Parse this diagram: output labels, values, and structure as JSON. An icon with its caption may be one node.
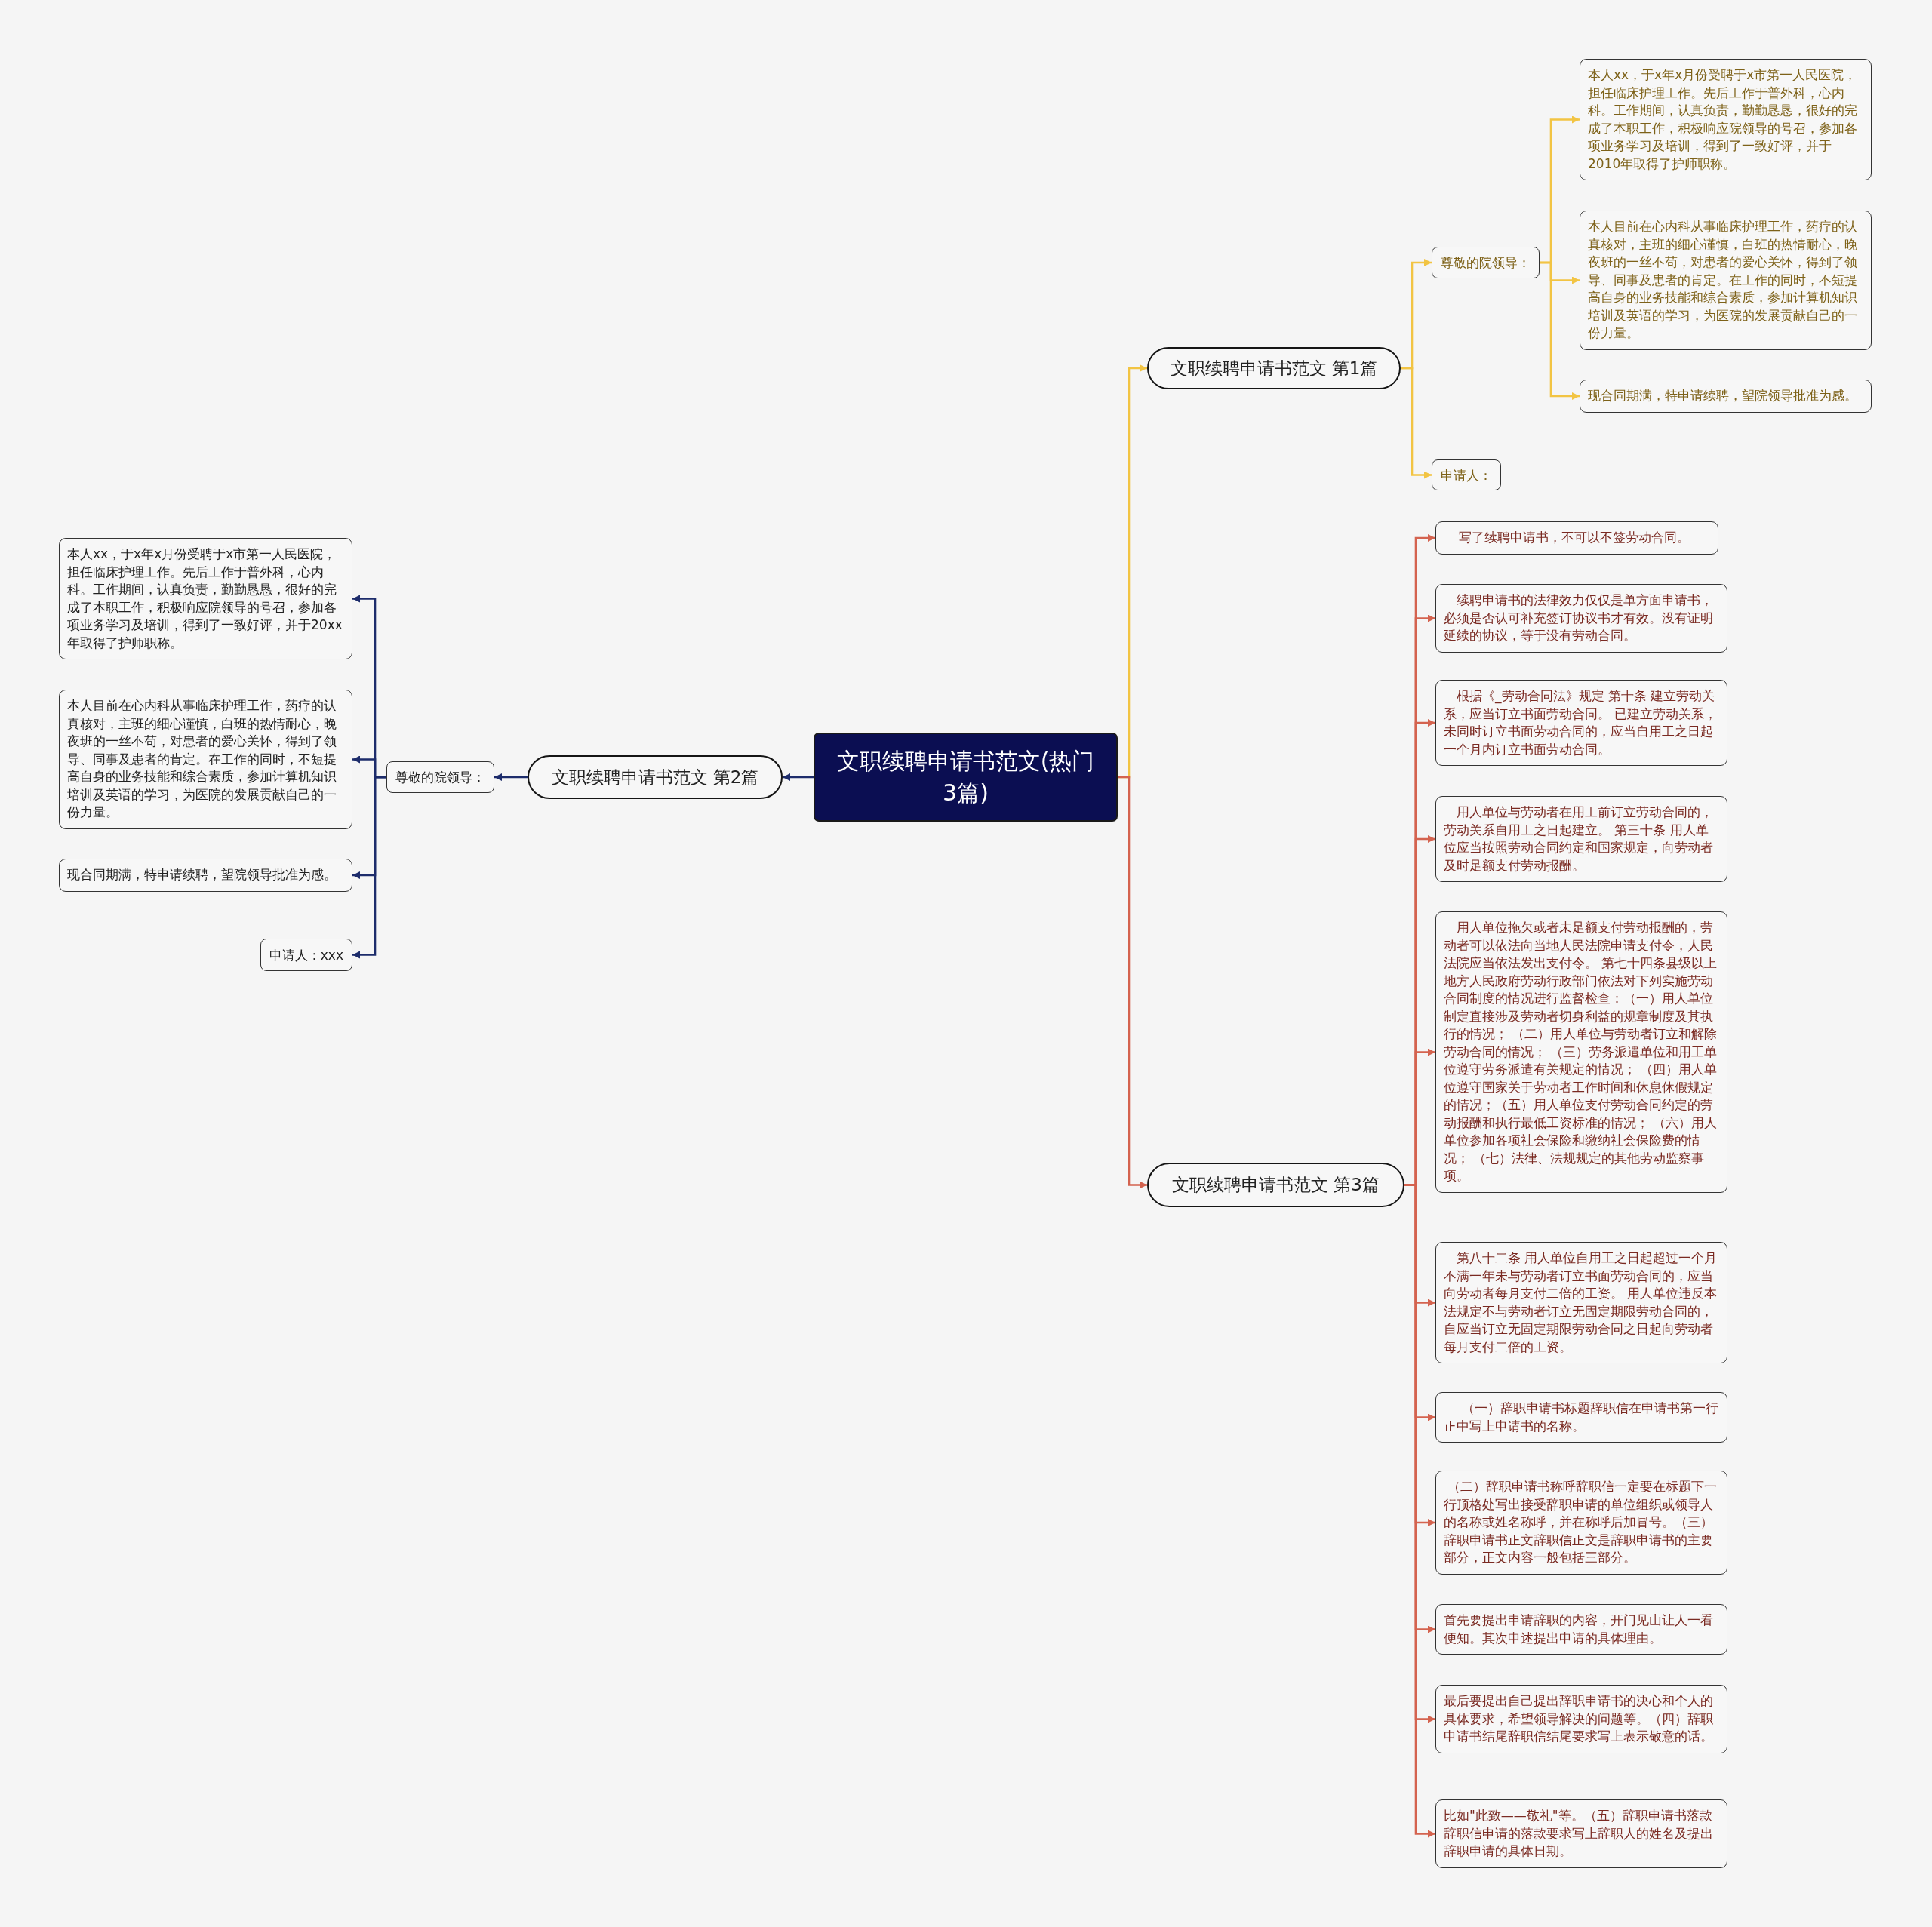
{
  "diagram": {
    "nodes": [
      {
        "text": [
          "文职续聘申请书范文(热门3篇)"
        ]
      },
      {
        "text": [
          "文职续聘申请书范文 第1篇"
        ]
      },
      {
        "text": [
          "尊敬的院领导："
        ]
      },
      {
        "text": [
          "本人xx，于x年x月份受聘于x市第一人民医院，担任临床护理工作。先后工作于普外科，心内科。工作期间，认真负责，勤勤恳恳，很好的完成了本职工作，积极响应院领导的号召，参加各项业务学习及培训，得到了一致好评，并于2010年取得了护师职称。"
        ]
      },
      {
        "text": [
          "本人目前在心内科从事临床护理工作，药疗的认真核对，主班的细心谨慎，白班的热情耐心，晚夜班的一丝不苟，对患者的爱心关怀，得到了领导、同事及患者的肯定。在工作的同时，不短提高自身的业务技能和综合素质，参加计算机知识培训及英语的学习，为医院的发展贡献自己的一份力量。"
        ]
      },
      {
        "text": [
          "现合同期满，特申请续聘，望院领导批准为感。"
        ]
      },
      {
        "text": [
          "申请人："
        ]
      },
      {
        "text": [
          "文职续聘申请书范文 第2篇"
        ]
      },
      {
        "text": [
          "尊敬的院领导："
        ]
      },
      {
        "text": [
          "本人xx，于x年x月份受聘于x市第一人民医院，担任临床护理工作。先后工作于普外科，心内科。工作期间，认真负责，勤勤恳恳，很好的完成了本职工作，积极响应院领导的号召，参加各项业务学习及培训，得到了一致好评，并于20xx年取得了护师职称。"
        ]
      },
      {
        "text": [
          "本人目前在心内科从事临床护理工作，药疗的认真核对，主班的细心谨慎，白班的热情耐心，晚夜班的一丝不苟，对患者的爱心关怀，得到了领导、同事及患者的肯定。在工作的同时，不短提高自身的业务技能和综合素质，参加计算机知识培训及英语的学习，为医院的发展贡献自己的一份力量。"
        ]
      },
      {
        "text": [
          "现合同期满，特申请续聘，望院领导批准为感。"
        ]
      },
      {
        "text": [
          "申请人：xxx"
        ]
      },
      {
        "text": [
          "文职续聘申请书范文 第3篇"
        ]
      },
      {
        "text": [
          "写了续聘申请书，不可以不签劳动合同。"
        ]
      },
      {
        "text": [
          "续聘申请书的法律效力仅仅是单方面申请书，必须是否认可补充签订协议书才有效。没有证明延续的协议，等于没有劳动合同。"
        ]
      },
      {
        "text": [
          "根据《_劳动合同法》规定 第十条 建立劳动关系，应当订立书面劳动合同。 已建立劳动关系，未同时订立书面劳动合同的，应当自用工之日起一个月内订立书面劳动合同。"
        ]
      },
      {
        "text": [
          "用人单位与劳动者在用工前订立劳动合同的，劳动关系自用工之日起建立。 第三十条 用人单位应当按照劳动合同约定和国家规定，向劳动者及时足额支付劳动报酬。"
        ]
      },
      {
        "text": [
          "用人单位拖欠或者未足额支付劳动报酬的，劳动者可以依法向当地人民法院申请支付令，人民法院应当依法发出支付令。 第七十四条县级以上地方人民政府劳动行政部门依法对下列实施劳动合同制度的情况进行监督检查：（一）用人单位制定直接涉及劳动者切身利益的规章制度及其执行的情况； （二）用人单位与劳动者订立和解除劳动合同的情况； （三）劳务派遣单位和用工单位遵守劳务派遣有关规定的情况； （四）用人单位遵守国家关于劳动者工作时间和休息休假规定的情况；（五）用人单位支付劳动合同约定的劳动报酬和执行最低工资标准的情况； （六）用人单位参加各项社会保险和缴纳社会保险费的情况； （七）法律、法规规定的其他劳动监察事项。"
        ]
      },
      {
        "text": [
          "第八十二条 用人单位自用工之日起超过一个月不满一年未与劳动者订立书面劳动合同的，应当向劳动者每月支付二倍的工资。 用人单位违反本法规定不与劳动者订立无固定期限劳动合同的，自应当订立无固定期限劳动合同之日起向劳动者每月支付二倍的工资。"
        ]
      },
      {
        "text": [
          "（一）辞职申请书标题辞职信在申请书第一行正中写上申请书的名称。"
        ]
      },
      {
        "text": [
          "（二）辞职申请书称呼辞职信一定要在标题下一行顶格处写出接受辞职申请的单位组织或领导人的名称或姓名称呼，并在称呼后加冒号。（三）辞职申请书正文辞职信正文是辞职申请书的主要部分，正文内容一般包括三部分。"
        ]
      },
      {
        "text": [
          "首先要提出申请辞职的内容，开门见山让人一看便知。其次申述提出申请的具体理由。"
        ]
      },
      {
        "text": [
          "最后要提出自己提出辞职申请书的决心和个人的具体要求，希望领导解决的问题等。（四）辞职申请书结尾辞职信结尾要求写上表示敬意的话。"
        ]
      },
      {
        "text": [
          "比如\"此致——敬礼\"等。（五）辞职申请书落款辞职信申请的落款要求写上辞职人的姓名及提出辞职申请的具体日期。"
        ]
      }
    ],
    "edges": [
      {
        "from": 0,
        "to": 1,
        "arrow": "to",
        "color": "#f2c443"
      },
      {
        "from": 1,
        "to": 2,
        "arrow": "to",
        "color": "#f2c443"
      },
      {
        "from": 2,
        "to": 3,
        "arrow": "to",
        "color": "#f2c443"
      },
      {
        "from": 2,
        "to": 4,
        "arrow": "to",
        "color": "#f2c443"
      },
      {
        "from": 2,
        "to": 5,
        "arrow": "to",
        "color": "#f2c443"
      },
      {
        "from": 1,
        "to": 6,
        "arrow": "to",
        "color": "#f2c443"
      },
      {
        "from": 0,
        "to": 7,
        "arrow": "to",
        "color": "#1d2c6b"
      },
      {
        "from": 7,
        "to": 8,
        "arrow": "to",
        "color": "#1d2c6b"
      },
      {
        "from": 8,
        "to": 9,
        "arrow": "to",
        "color": "#1d2c6b"
      },
      {
        "from": 8,
        "to": 10,
        "arrow": "to",
        "color": "#1d2c6b"
      },
      {
        "from": 8,
        "to": 11,
        "arrow": "to",
        "color": "#1d2c6b"
      },
      {
        "from": 8,
        "to": 12,
        "arrow": "to",
        "color": "#1d2c6b"
      },
      {
        "from": 0,
        "to": 13,
        "arrow": "to",
        "color": "#d4634f"
      },
      {
        "from": 13,
        "to": 14,
        "arrow": "to",
        "color": "#d4634f"
      },
      {
        "from": 13,
        "to": 15,
        "arrow": "to",
        "color": "#d4634f"
      },
      {
        "from": 13,
        "to": 16,
        "arrow": "to",
        "color": "#d4634f"
      },
      {
        "from": 13,
        "to": 17,
        "arrow": "to",
        "color": "#d4634f"
      },
      {
        "from": 13,
        "to": 18,
        "arrow": "to",
        "color": "#d4634f"
      },
      {
        "from": 13,
        "to": 19,
        "arrow": "to",
        "color": "#d4634f"
      },
      {
        "from": 13,
        "to": 20,
        "arrow": "to",
        "color": "#d4634f"
      },
      {
        "from": 13,
        "to": 21,
        "arrow": "to",
        "color": "#d4634f"
      },
      {
        "from": 13,
        "to": 22,
        "arrow": "to",
        "color": "#d4634f"
      },
      {
        "from": 13,
        "to": 23,
        "arrow": "to",
        "color": "#d4634f"
      },
      {
        "from": 13,
        "to": 24,
        "arrow": "to",
        "color": "#d4634f"
      }
    ]
  }
}
